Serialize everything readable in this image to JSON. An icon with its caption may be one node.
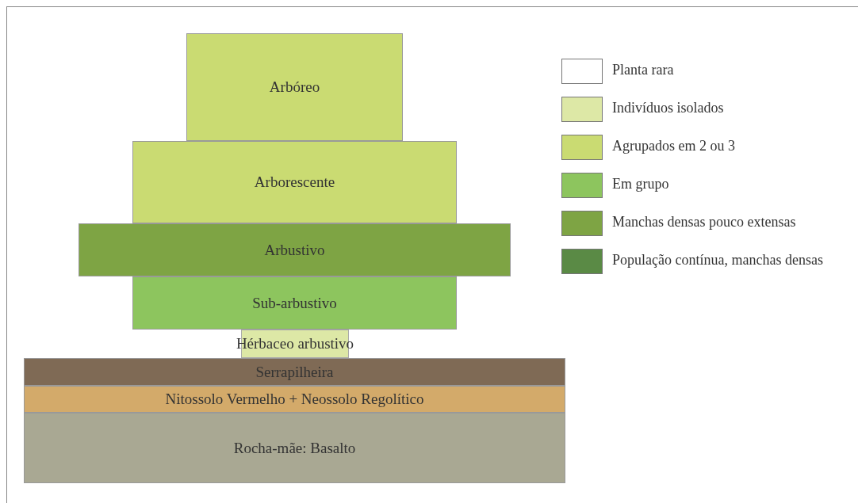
{
  "diagram": {
    "nodes": [
      {
        "text": [
          "Arbóreo"
        ]
      },
      {
        "text": [
          "Arborescente"
        ]
      },
      {
        "text": [
          "Arbustivo"
        ]
      },
      {
        "text": [
          "Sub-arbustivo"
        ]
      },
      {
        "text": [
          "Hérbaceo arbustivo"
        ]
      },
      {
        "text": [
          "Serrapilheira"
        ]
      },
      {
        "text": [
          "Nitossolo Vermelho + Neossolo Regolítico"
        ]
      },
      {
        "text": [
          "Rocha-mãe: Basalto"
        ]
      }
    ],
    "legend": [
      {
        "text": "Planta rara",
        "color": "#ffffff"
      },
      {
        "text": "Indivíduos isolados",
        "color": "#dde8a6"
      },
      {
        "text": "Agrupados em 2 ou 3",
        "color": "#cadb72"
      },
      {
        "text": "Em grupo",
        "color": "#8dc55e"
      },
      {
        "text": "Manchas densas pouco extensas",
        "color": "#7ea444"
      },
      {
        "text": "População contínua, manchas densas",
        "color": "#5a8a45"
      }
    ]
  }
}
